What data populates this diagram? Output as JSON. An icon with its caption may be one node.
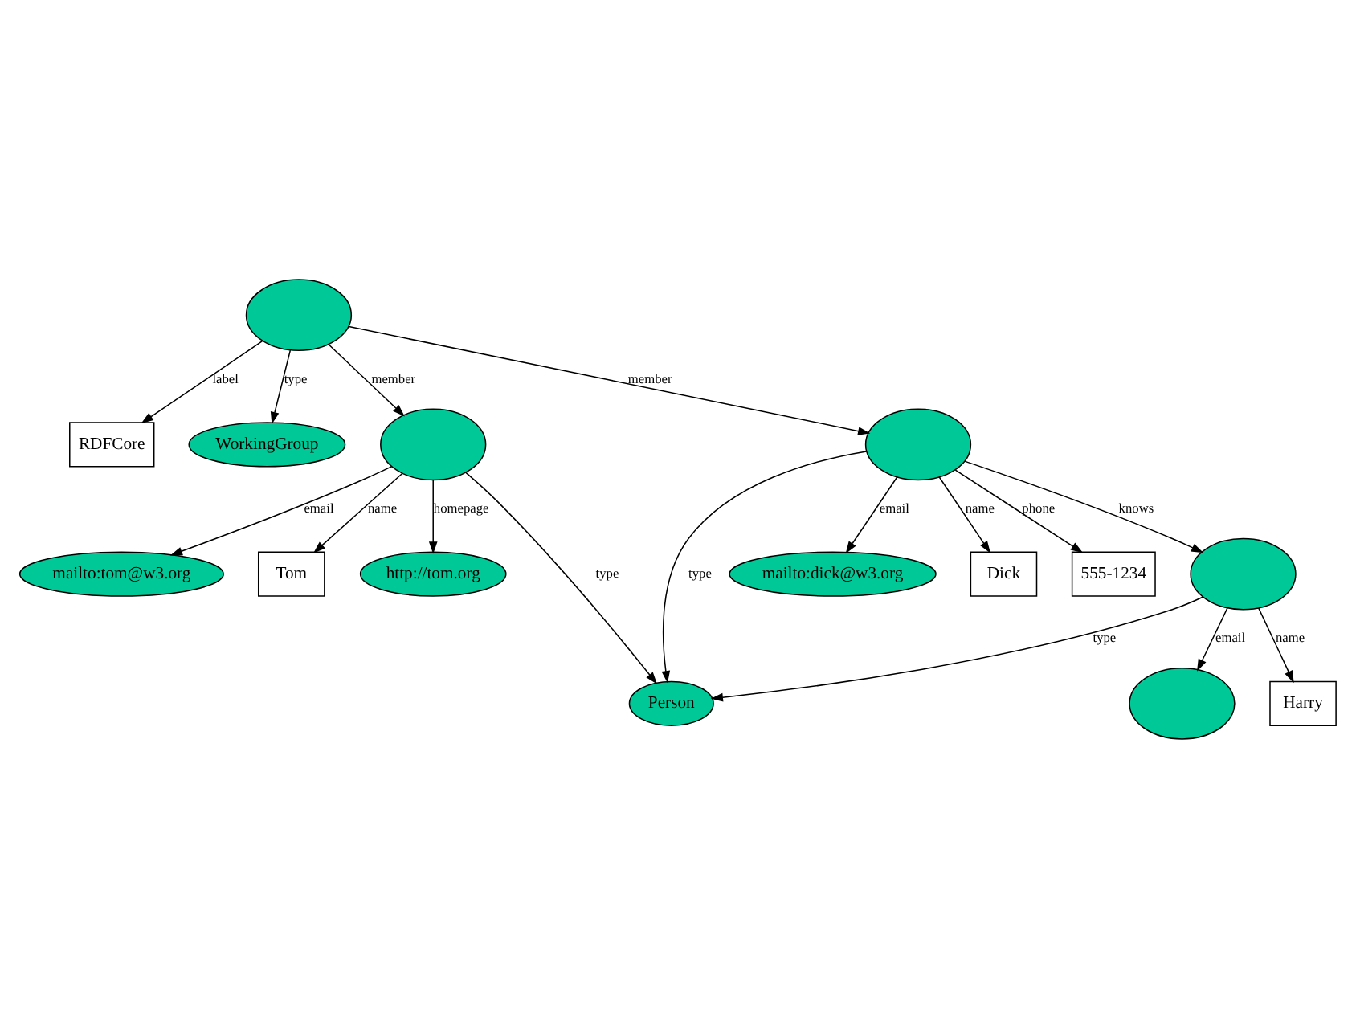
{
  "diagram": {
    "nodes": [
      {
        "text": [],
        "shape": "ellipse"
      },
      {
        "text": [
          "RDFCore"
        ]
      },
      {
        "text": [
          "WorkingGroup"
        ]
      },
      {
        "text": [
          "mailto:tom@w3.org"
        ]
      },
      {
        "text": [],
        "shape": "ellipse"
      },
      {
        "text": [
          "Tom"
        ]
      },
      {
        "text": [
          "http://tom.org"
        ]
      },
      {
        "text": [
          "Person"
        ]
      },
      {
        "text": [],
        "shape": "ellipse"
      },
      {
        "text": [
          "mailto:dick@w3.org"
        ]
      },
      {
        "text": [
          "Dick"
        ]
      },
      {
        "text": [
          "555-1234"
        ]
      },
      {
        "text": [],
        "shape": "ellipse"
      },
      {
        "text": [],
        "shape": "ellipse"
      },
      {
        "text": [
          "Harry"
        ]
      }
    ],
    "edges": [
      {
        "from": 0,
        "to": 1,
        "arrow": "to",
        "label": "label"
      },
      {
        "from": 0,
        "to": 2,
        "arrow": "to",
        "label": "type"
      },
      {
        "from": 0,
        "to": 4,
        "arrow": "to",
        "label": "member"
      },
      {
        "from": 0,
        "to": 8,
        "arrow": "to",
        "label": "member"
      },
      {
        "from": 4,
        "to": 3,
        "arrow": "to",
        "label": "email"
      },
      {
        "from": 4,
        "to": 5,
        "arrow": "to",
        "label": "name"
      },
      {
        "from": 4,
        "to": 7,
        "arrow": "to",
        "label": "type"
      },
      {
        "from": 4,
        "to": 6,
        "arrow": "to",
        "label": "homepage"
      },
      {
        "from": 8,
        "to": 7,
        "arrow": "to",
        "label": "type"
      },
      {
        "from": 8,
        "to": 9,
        "arrow": "to",
        "label": "email"
      },
      {
        "from": 8,
        "to": 10,
        "arrow": "to",
        "label": "name"
      },
      {
        "from": 8,
        "to": 11,
        "arrow": "to",
        "label": "phone"
      },
      {
        "from": 8,
        "to": 12,
        "arrow": "to",
        "label": "knows"
      },
      {
        "from": 12,
        "to": 7,
        "arrow": "to",
        "label": "type"
      },
      {
        "from": 12,
        "to": 13,
        "arrow": "to",
        "label": "email"
      },
      {
        "from": 12,
        "to": 14,
        "arrow": "to",
        "label": "name"
      }
    ]
  }
}
